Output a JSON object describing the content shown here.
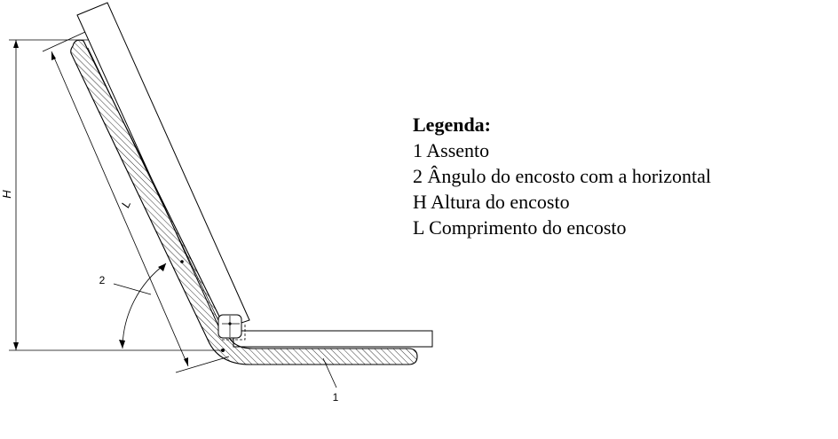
{
  "diagram": {
    "labels": {
      "height": "H",
      "length": "L",
      "angle_callout": "2",
      "seat_callout": "1"
    }
  },
  "legend": {
    "title": "Legenda:",
    "items": [
      "1 Assento",
      "2 Ângulo do encosto com a horizontal",
      "H Altura do encosto",
      "L Comprimento do encosto"
    ]
  },
  "colors": {
    "line": "#000000",
    "hatch": "#000000",
    "background": "#ffffff"
  }
}
